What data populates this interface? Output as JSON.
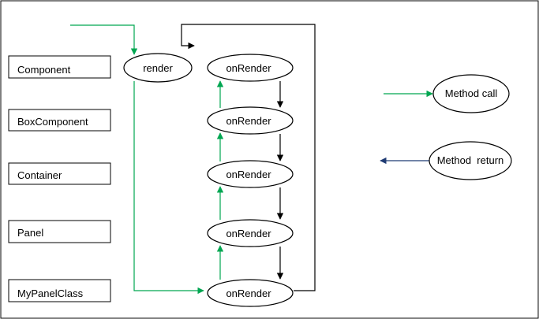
{
  "classes": [
    "Component",
    "BoxComponent",
    "Container",
    "Panel",
    "MyPanelClass"
  ],
  "render_label": "render",
  "on_render_labels": [
    "onRender",
    "onRender",
    "onRender",
    "onRender",
    "onRender"
  ],
  "legend": {
    "call_label": "Method call",
    "return_label": "Method  return"
  },
  "colors": {
    "call": "#00a651",
    "return_legend": "#1f3b73",
    "flow": "#000000"
  }
}
